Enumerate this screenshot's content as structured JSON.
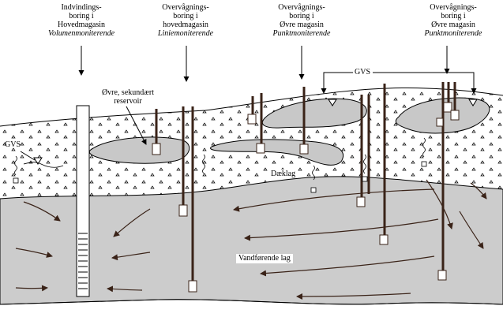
{
  "labels": {
    "well1": {
      "line1": "Indvindings-",
      "line2": "boring i",
      "line3": "Hovedmagasin",
      "type": "Volumenmoniterende"
    },
    "well2": {
      "line1": "Overvågnings-",
      "line2": "boring i",
      "line3": "hovedmagasin",
      "type": "Liniemoniterende"
    },
    "well3": {
      "line1": "Overvågnings-",
      "line2": "boring i",
      "line3": "Øvre magasin",
      "type": "Punktmoniterende"
    },
    "well4": {
      "line1": "Overvågnings-",
      "line2": "boring i",
      "line3": "Øvre magasin",
      "type": "Punktmoniterende"
    },
    "upper_reservoir": {
      "line1": "Øvre, sekundært",
      "line2": "reservoir"
    },
    "gvs_top": "GVS",
    "gvs_left": "GVS",
    "cover_layer": "Dæklag",
    "aquifer": "Vandførende lag"
  },
  "colors": {
    "aquifer": "#cccccc",
    "lens": "#c8c8c8",
    "pipe": "#3a2318",
    "arrow": "#3a2318",
    "outline": "#000000"
  }
}
